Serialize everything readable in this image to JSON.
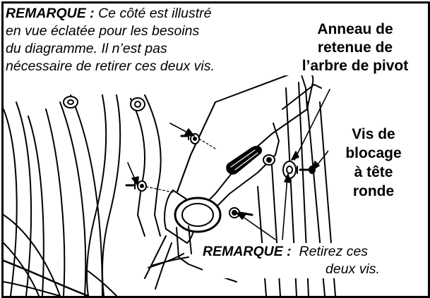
{
  "note_top": {
    "label": "REMARQUE :",
    "lines": [
      "Ce côté est illustré",
      "en vue éclatée pour les besoins",
      "du diagramme. Il n’est pas",
      "nécessaire de retirer ces deux vis."
    ]
  },
  "callout_ring": {
    "lines": [
      "Anneau de",
      "retenue de",
      "l’arbre de pivot"
    ]
  },
  "callout_screws": {
    "lines": [
      "Vis de",
      "blocage",
      "à tête",
      "ronde"
    ]
  },
  "note_bottom": {
    "label": "REMARQUE :",
    "lines": [
      "Retirez ces",
      "deux vis."
    ]
  }
}
